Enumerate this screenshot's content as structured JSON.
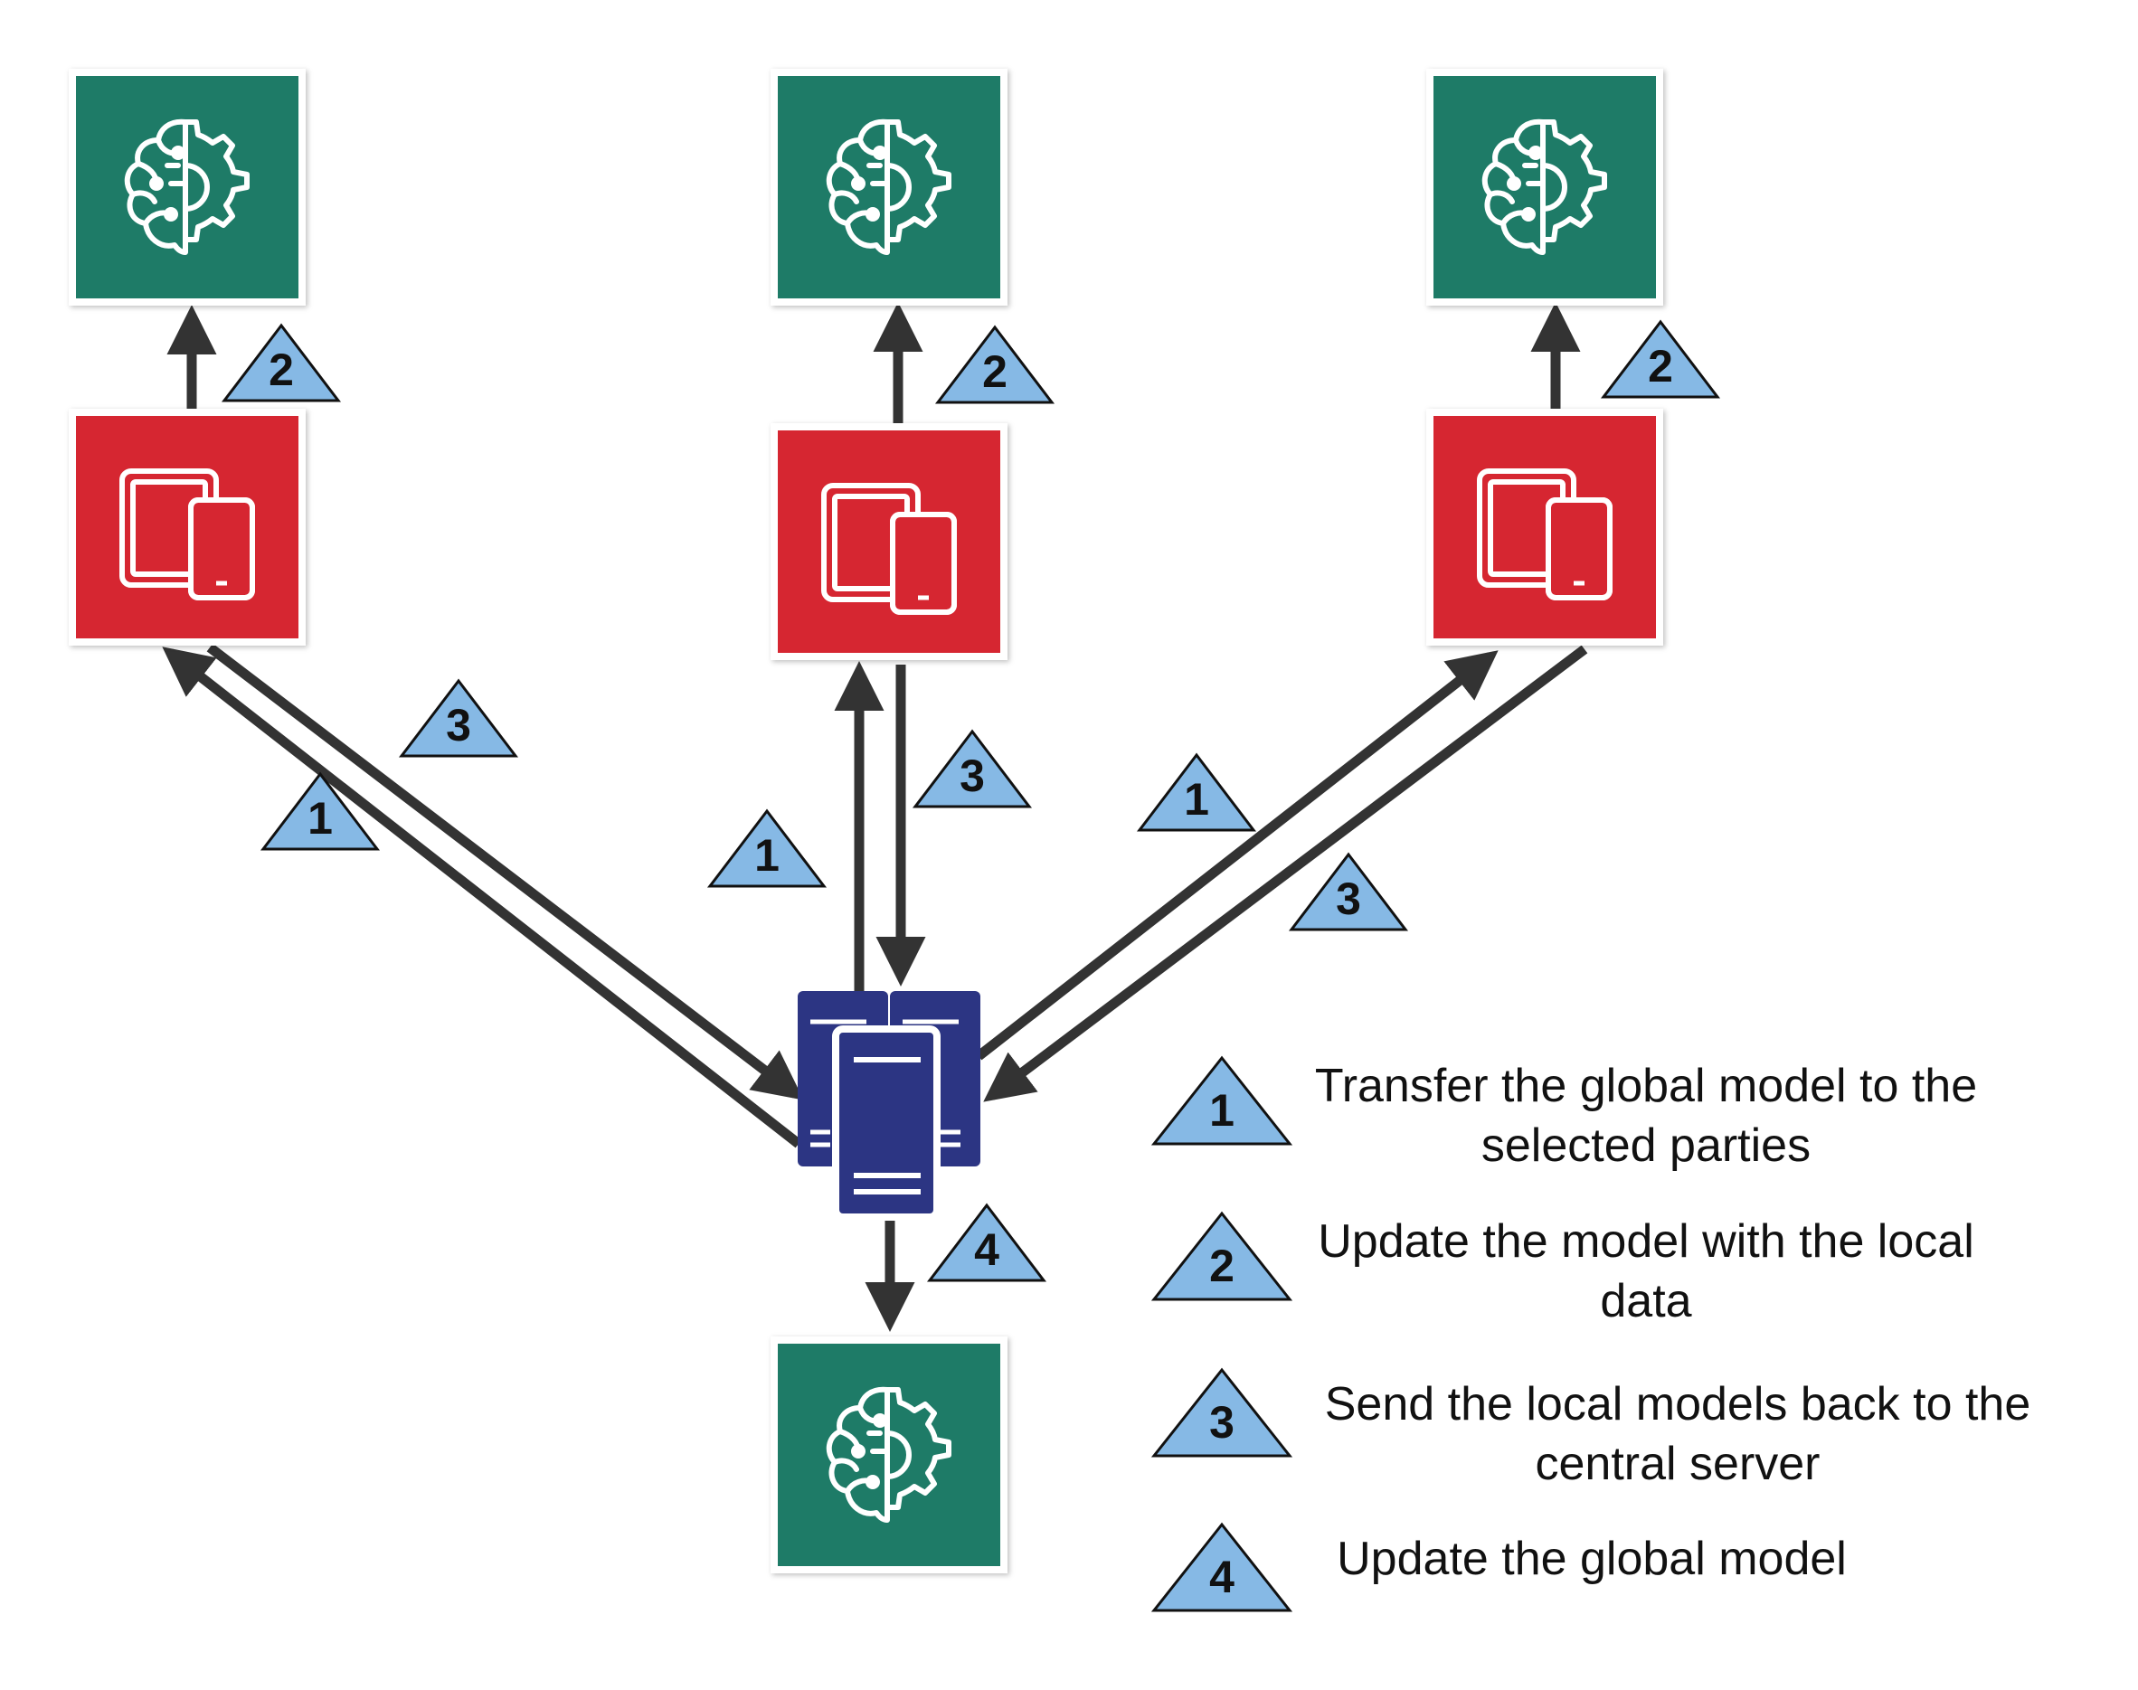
{
  "colors": {
    "model_node": "#1e7b67",
    "device_node": "#d62631",
    "server": "#2c3583",
    "badge_fill": "#86b9e5",
    "arrow": "#333333"
  },
  "icons": {
    "model_node": "brain-gear-icon",
    "device_node": "tablet-phone-icon",
    "server": "server-cluster-icon"
  },
  "step_badges": {
    "step1": "1",
    "step2": "2",
    "step3": "3",
    "step4": "4"
  },
  "legend": [
    {
      "number": "1",
      "text_line1": "Transfer the global model to the",
      "text_line2": "selected parties"
    },
    {
      "number": "2",
      "text_line1": "Update the model with the local",
      "text_line2": "data"
    },
    {
      "number": "3",
      "text_line1": "Send the local models back to the",
      "text_line2": "central server"
    },
    {
      "number": "4",
      "text_line1": "Update the global model",
      "text_line2": ""
    }
  ]
}
